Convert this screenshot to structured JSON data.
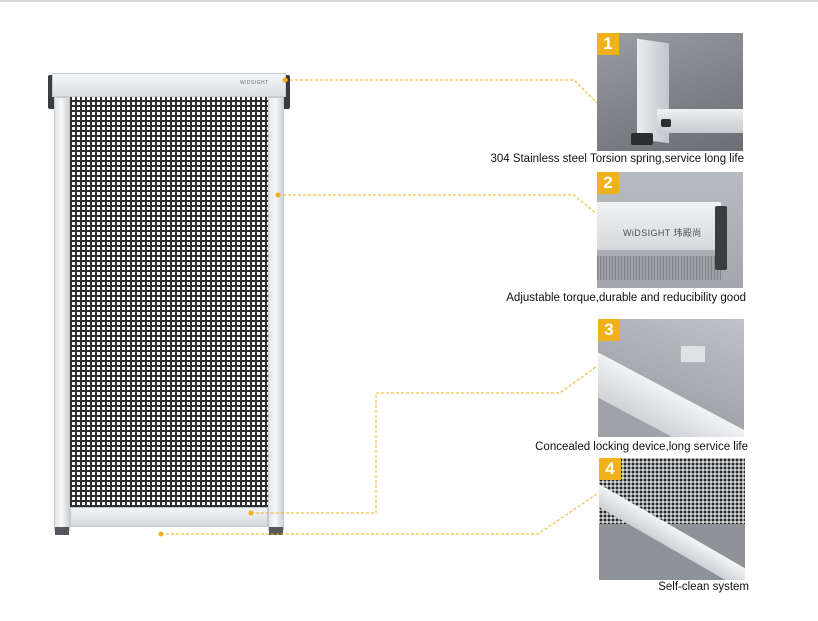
{
  "product": {
    "brand": "WiDSIGHT"
  },
  "details": [
    {
      "number": "1",
      "caption": "304 Stainless steel Torsion spring,service long life"
    },
    {
      "number": "2",
      "caption": "Adjustable torque,durable and reducibility good",
      "brand": "WiDSIGHT 玮殿尚"
    },
    {
      "number": "3",
      "caption": "Concealed locking device,long service life"
    },
    {
      "number": "4",
      "caption": "Self-clean system"
    }
  ],
  "colors": {
    "accent": "#f1b11a",
    "leader": "#f1b11a"
  }
}
